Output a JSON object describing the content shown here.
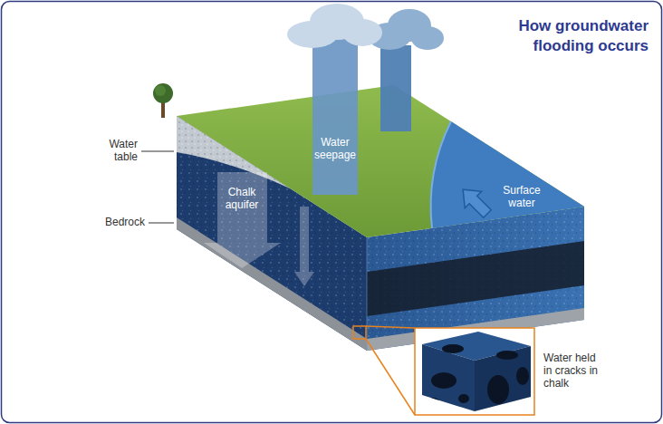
{
  "diagram": {
    "title": "How groundwater flooding occurs",
    "labels": [
      "Water seepage",
      "Water table",
      "Surface water",
      "Chalk aquifer",
      "Bedrock",
      "Water held in cracks in chalk"
    ]
  }
}
